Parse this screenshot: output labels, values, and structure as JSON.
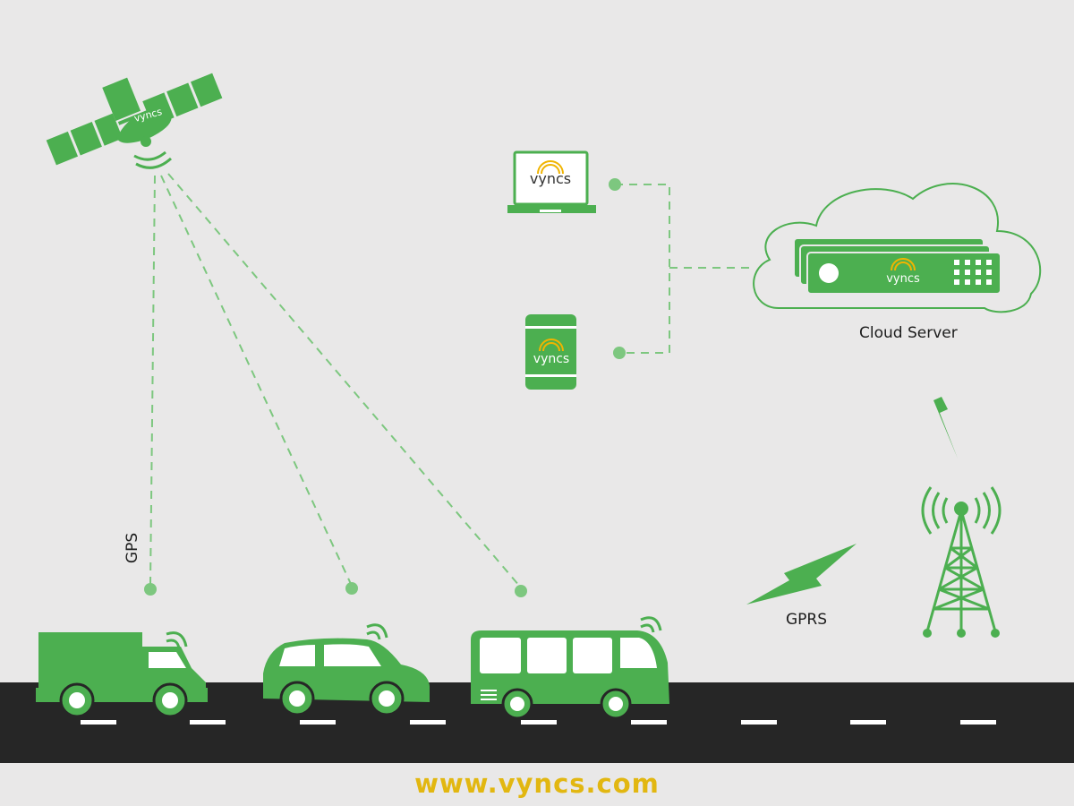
{
  "labels": {
    "gps": "GPS",
    "gprs": "GPRS",
    "cloud_server": "Cloud Server"
  },
  "brand": {
    "logo_text": "vyncs",
    "website": "www.vyncs.com"
  },
  "colors": {
    "background": "#e9e8e8",
    "brand_green": "#4caf50",
    "link_green": "#7dc77f",
    "road": "#262626",
    "road_marking": "#ffffff",
    "brand_arc": "#f0b400",
    "website_text": "#e2b711"
  },
  "icons": {
    "satellite": "satellite-icon",
    "laptop": "laptop-icon",
    "phone": "phone-icon",
    "cloud": "cloud-icon",
    "server": "server-icon",
    "tower": "cell-tower-icon",
    "lightning": "lightning-icon",
    "truck": "truck-icon",
    "car": "car-icon",
    "bus": "bus-icon"
  }
}
